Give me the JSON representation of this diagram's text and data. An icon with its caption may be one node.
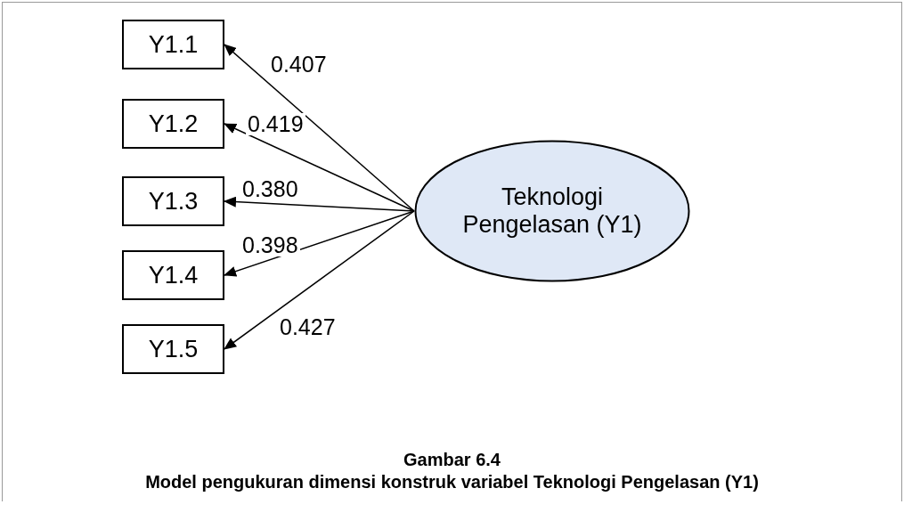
{
  "diagram": {
    "title": "Gambar 6.4",
    "caption": "Model pengukuran dimensi konstruk variabel Teknologi Pengelasan (Y1)",
    "nodes": [
      {
        "text": [
          "Y1.1"
        ]
      },
      {
        "text": [
          "Y1.2"
        ]
      },
      {
        "text": [
          "Y1.3"
        ]
      },
      {
        "text": [
          "Y1.4"
        ]
      },
      {
        "text": [
          "Y1.5"
        ]
      },
      {
        "text": [
          "Teknologi Pengelasan (Y1)"
        ]
      }
    ],
    "edges": [
      {
        "from": 5,
        "to": 0,
        "arrow": "to",
        "label": "0.407"
      },
      {
        "from": 5,
        "to": 1,
        "arrow": "to",
        "label": "0.419"
      },
      {
        "from": 5,
        "to": 2,
        "arrow": "to",
        "label": "0.380"
      },
      {
        "from": 5,
        "to": 3,
        "arrow": "to",
        "label": "0.398"
      },
      {
        "from": 5,
        "to": 4,
        "arrow": "to",
        "label": "0.427"
      }
    ]
  }
}
